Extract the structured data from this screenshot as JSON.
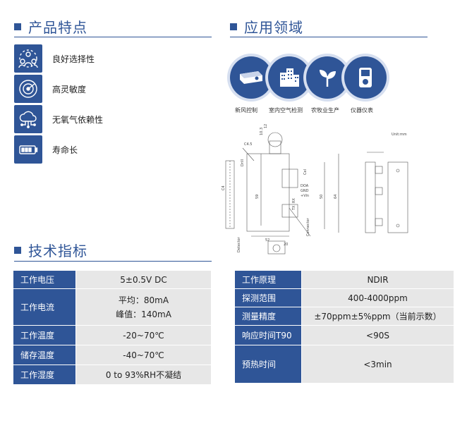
{
  "sections": {
    "features_title": "产品特点",
    "applications_title": "应用领域",
    "specs_title": "技术指标"
  },
  "features": [
    {
      "icon": "people-network-icon",
      "label": "良好选择性"
    },
    {
      "icon": "radar-sensitivity-icon",
      "label": "高灵敏度"
    },
    {
      "icon": "cloud-circuit-icon",
      "label": "无氧气依赖性"
    },
    {
      "icon": "battery-icon",
      "label": "寿命长"
    }
  ],
  "applications": [
    {
      "icon": "air-purifier-icon",
      "label": "新风控制"
    },
    {
      "icon": "building-icon",
      "label": "室内空气检测"
    },
    {
      "icon": "plant-icon",
      "label": "农牧业生产"
    },
    {
      "icon": "instrument-icon",
      "label": "仪器仪表"
    }
  ],
  "drawing": {
    "unit": "Unit:mm",
    "pins": [
      "DOA",
      "GND",
      "+Vin"
    ],
    "uart": [
      "TX",
      "RX"
    ],
    "labels": {
      "detector": "Detector",
      "connector": "Connector",
      "drill": "Drill",
      "cel": "Cel"
    },
    "dims": [
      "10.3",
      "12",
      "59",
      "52",
      "20",
      "50",
      "64",
      "C4",
      "C4.5"
    ]
  },
  "specs_left": [
    {
      "key": "工作电压",
      "value": [
        "5±0.5V DC"
      ]
    },
    {
      "key": "工作电流",
      "value": [
        "平均：80mA",
        "峰值：140mA"
      ]
    },
    {
      "key": "工作温度",
      "value": [
        "-20~70℃"
      ]
    },
    {
      "key": "储存温度",
      "value": [
        "-40~70℃"
      ]
    },
    {
      "key": "工作湿度",
      "value": [
        "0 to 93%RH不凝结"
      ]
    }
  ],
  "specs_right": [
    {
      "key": "工作原理",
      "value": [
        "NDIR"
      ]
    },
    {
      "key": "探测范围",
      "value": [
        "400-4000ppm"
      ]
    },
    {
      "key": "测量精度",
      "value": [
        "±70ppm±5%ppm（当前示数）"
      ]
    },
    {
      "key": "响应时间T90",
      "value": [
        "<90S"
      ]
    },
    {
      "key": "预热时间",
      "value": [
        "<3min"
      ]
    }
  ],
  "colors": {
    "accent": "#2f5597",
    "cell_bg": "#e7e7e7",
    "ring": "#d6dff0"
  }
}
